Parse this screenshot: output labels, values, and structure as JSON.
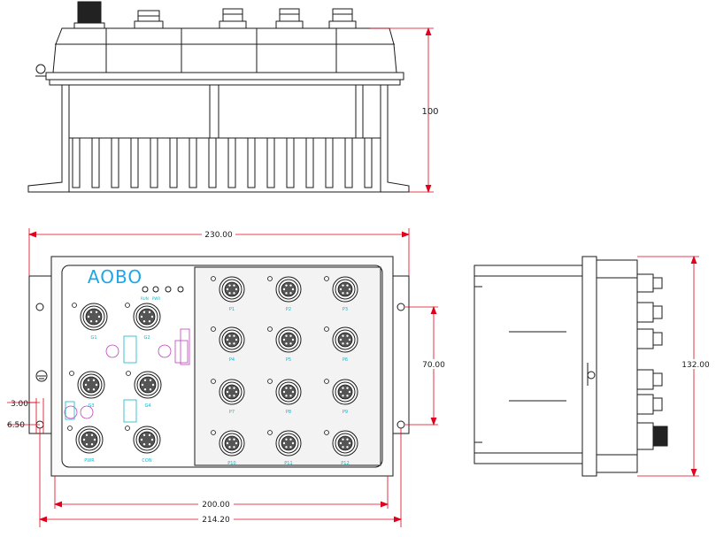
{
  "brand": "AOBO",
  "colors": {
    "outline": "#1a1a1a",
    "dimension": "#e0001b",
    "brand": "#1fa6e6",
    "label_cyan": "#14b4c8",
    "label_magenta": "#c040c0",
    "panel": "#f3f3f3"
  },
  "dimensions": {
    "front_height": "100",
    "overall_width": "230.00",
    "inner_width": "200.00",
    "base_width": "214.20",
    "hole_spacing": "70.00",
    "side_height": "132.00",
    "edge_offset": "3.00",
    "hole_diameter": "6.50"
  },
  "port_labels": {
    "left": [
      "G1",
      "G2",
      "G3",
      "G4",
      "PWR",
      "CON"
    ],
    "grid": [
      "P1",
      "P2",
      "P3",
      "P4",
      "P5",
      "P6",
      "P7",
      "P8",
      "P9",
      "P10",
      "P11",
      "P12"
    ]
  },
  "led_labels": [
    "RUN",
    "PWR"
  ]
}
